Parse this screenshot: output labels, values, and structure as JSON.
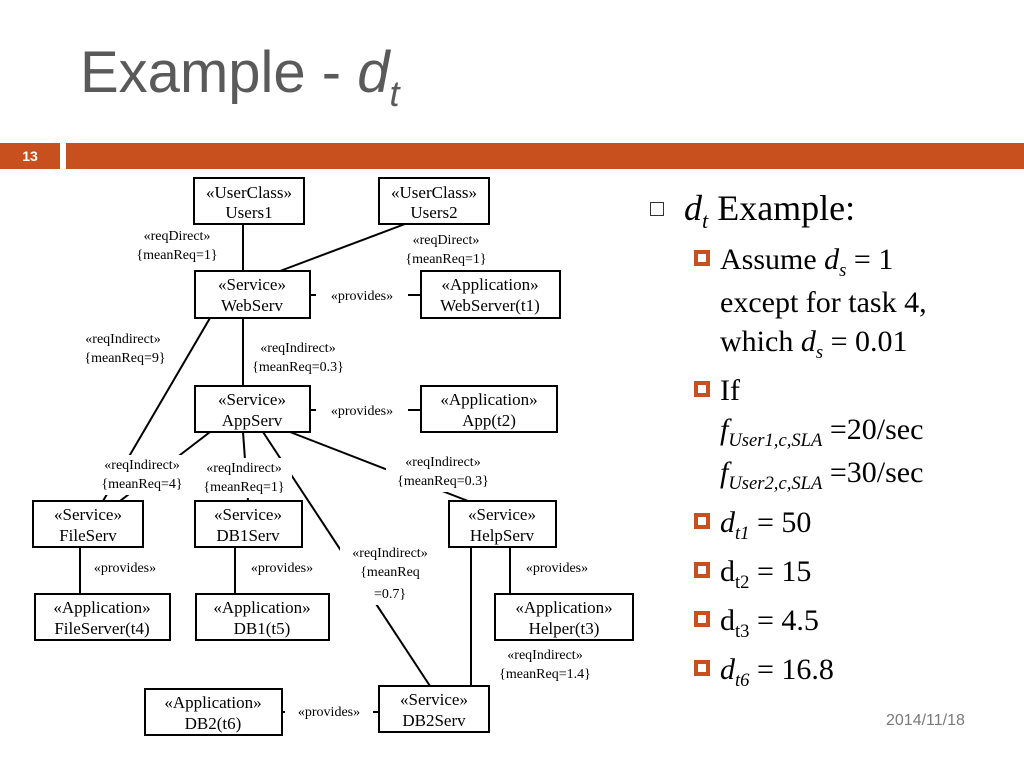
{
  "title": {
    "main": "Example - ",
    "var": "d",
    "sub": "t"
  },
  "slide_number": "13",
  "date": "2014/11/18",
  "colors": {
    "accent": "#c8501e",
    "title": "#5a5a5a"
  },
  "diagram": {
    "nodes": {
      "users1": {
        "stereo": "«UserClass»",
        "name": "Users1"
      },
      "users2": {
        "stereo": "«UserClass»",
        "name": "Users2"
      },
      "webserv": {
        "stereo": "«Service»",
        "name": "WebServ"
      },
      "webserver": {
        "stereo": "«Application»",
        "name": "WebServer(t1)"
      },
      "appserv": {
        "stereo": "«Service»",
        "name": "AppServ"
      },
      "app": {
        "stereo": "«Application»",
        "name": "App(t2)"
      },
      "fileserv": {
        "stereo": "«Service»",
        "name": "FileServ"
      },
      "db1serv": {
        "stereo": "«Service»",
        "name": "DB1Serv"
      },
      "helpserv": {
        "stereo": "«Service»",
        "name": "HelpServ"
      },
      "fileserver": {
        "stereo": "«Application»",
        "name": "FileServer(t4)"
      },
      "db1": {
        "stereo": "«Application»",
        "name": "DB1(t5)"
      },
      "helper": {
        "stereo": "«Application»",
        "name": "Helper(t3)"
      },
      "db2": {
        "stereo": "«Application»",
        "name": "DB2(t6)"
      },
      "db2serv": {
        "stereo": "«Service»",
        "name": "DB2Serv"
      }
    },
    "labels": {
      "u1_direct": "«reqDirect»",
      "u1_mean": "{meanReq=1}",
      "u2_direct": "«reqDirect»",
      "u2_mean": "{meanReq=1}",
      "ws_provides": "«provides»",
      "ws_file_ind": "«reqIndirect»",
      "ws_file_mean": "{meanReq=9}",
      "ws_app_ind": "«reqIndirect»",
      "ws_app_mean": "{meanReq=0.3}",
      "as_provides": "«provides»",
      "as_file_ind": "«reqIndirect»",
      "as_file_mean": "{meanReq=4}",
      "as_db1_ind": "«reqIndirect»",
      "as_db1_mean": "{meanReq=1}",
      "as_help_ind": "«reqIndirect»",
      "as_help_mean": "{meanReq=0.3}",
      "as_db2_ind": "«reqIndirect»",
      "as_db2_mean1": "{meanReq",
      "as_db2_mean2": "=0.7}",
      "fs_provides": "«provides»",
      "db1_provides": "«provides»",
      "hs_provides": "«provides»",
      "hs_db2_ind": "«reqIndirect»",
      "hs_db2_mean": "{meanReq=1.4}",
      "db2_provides": "«provides»"
    }
  },
  "content": {
    "item1": {
      "var": "d",
      "sub": "t",
      "text": " Example:"
    },
    "item2": {
      "pre": "Assume ",
      "var": "d",
      "sub": "s",
      "post": " = 1",
      "line2": "except for task 4,",
      "line3_pre": "which ",
      "line3_var": "d",
      "line3_sub": "s",
      "line3_post": " = 0.01"
    },
    "item3": {
      "label": "If",
      "f1_var": "f",
      "f1_sub": "User1,c,SLA",
      "f1_val": " =20/sec",
      "f2_var": "f",
      "f2_sub": "User2,c,SLA",
      "f2_val": " =30/sec"
    },
    "item4": {
      "var": "d",
      "sub": "t1",
      "val": " = 50"
    },
    "item5": {
      "var": "d",
      "sub": "t2",
      "val": " = 15"
    },
    "item6": {
      "var": "d",
      "sub": "t3",
      "val": " = 4.5"
    },
    "item7": {
      "var": "d",
      "sub": "t6",
      "val": " = 16.8"
    }
  }
}
